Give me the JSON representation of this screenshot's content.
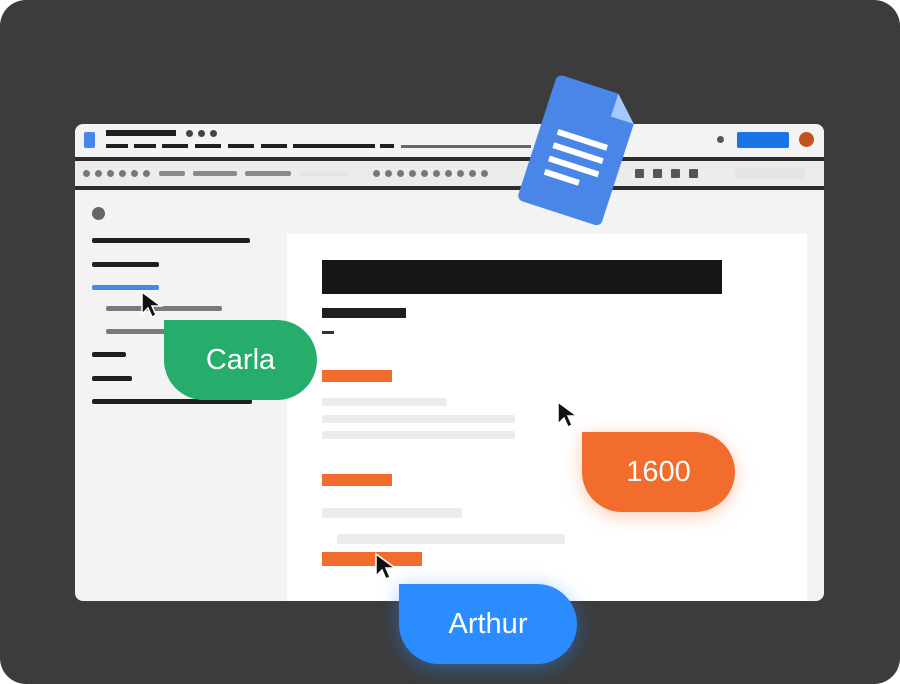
{
  "collaborators": [
    {
      "name": "Carla",
      "color": "#27ad6b"
    },
    {
      "name": "1600",
      "color": "#f26d2d"
    },
    {
      "name": "Arthur",
      "color": "#2a8cff"
    }
  ],
  "icons": {
    "docs": "docs-icon",
    "cursor": "cursor-icon",
    "share": "share-button",
    "avatar": "avatar"
  },
  "colors": {
    "frame": "#3c3c3c",
    "window": "#f3f3f3",
    "accent": "#1a73e8",
    "heading_marker": "#f26d2d"
  }
}
